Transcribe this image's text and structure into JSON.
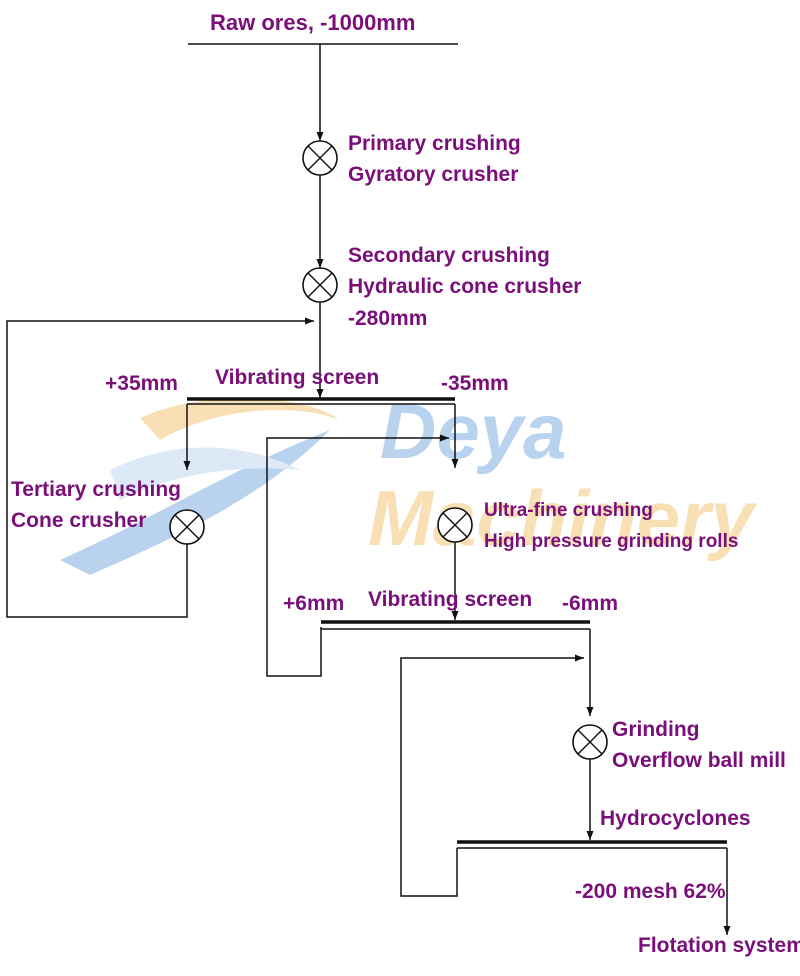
{
  "watermark": {
    "line1": "Deya",
    "line2": "Machinery"
  },
  "feed": {
    "label": "Raw ores, -1000mm"
  },
  "stages": {
    "primary": {
      "title": "Primary crushing",
      "equipment": "Gyratory crusher"
    },
    "secondary": {
      "title": "Secondary crushing",
      "equipment": "Hydraulic cone crusher",
      "size": "-280mm"
    },
    "screen1": {
      "label": "Vibrating screen",
      "oversize": "+35mm",
      "undersize": "-35mm"
    },
    "tertiary": {
      "title": "Tertiary crushing",
      "equipment": "Cone crusher"
    },
    "ultrafine": {
      "title": "Ultra-fine crushing",
      "equipment": "High pressure grinding rolls"
    },
    "screen2": {
      "label": "Vibrating screen",
      "oversize": "+6mm",
      "undersize": "-6mm"
    },
    "grinding": {
      "title": "Grinding",
      "equipment": "Overflow ball mill"
    },
    "classifier": {
      "label": "Hydrocyclones",
      "product": "-200 mesh 62%"
    },
    "output": {
      "label": "Flotation system"
    }
  },
  "colors": {
    "label": "#7a0f7a",
    "line": "#111111",
    "watermark_blue": "#b9d2ee",
    "watermark_gold": "#f9dfb4"
  }
}
